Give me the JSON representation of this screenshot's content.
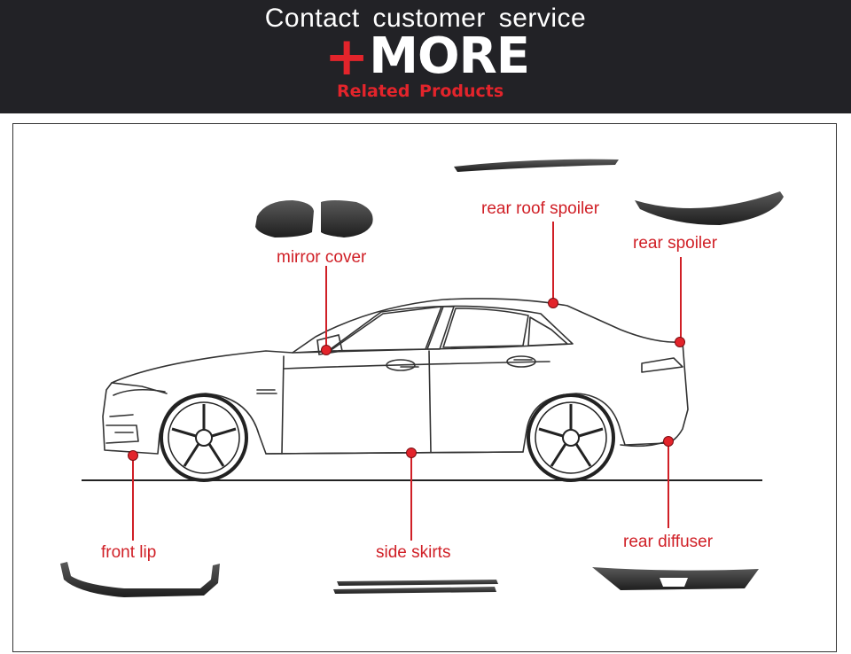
{
  "banner": {
    "line1": "Contact customer service",
    "plus": "+",
    "more": "MORE",
    "line3": "Related Products"
  },
  "labels": {
    "mirror_cover": "mirror cover",
    "rear_roof_spoiler": "rear roof spoiler",
    "rear_spoiler": "rear spoiler",
    "front_lip": "front lip",
    "side_skirts": "side skirts",
    "rear_diffuser": "rear diffuser"
  },
  "colors": {
    "banner_bg": "#222226",
    "accent_red": "#e3242b",
    "label_red": "#d01f26"
  }
}
